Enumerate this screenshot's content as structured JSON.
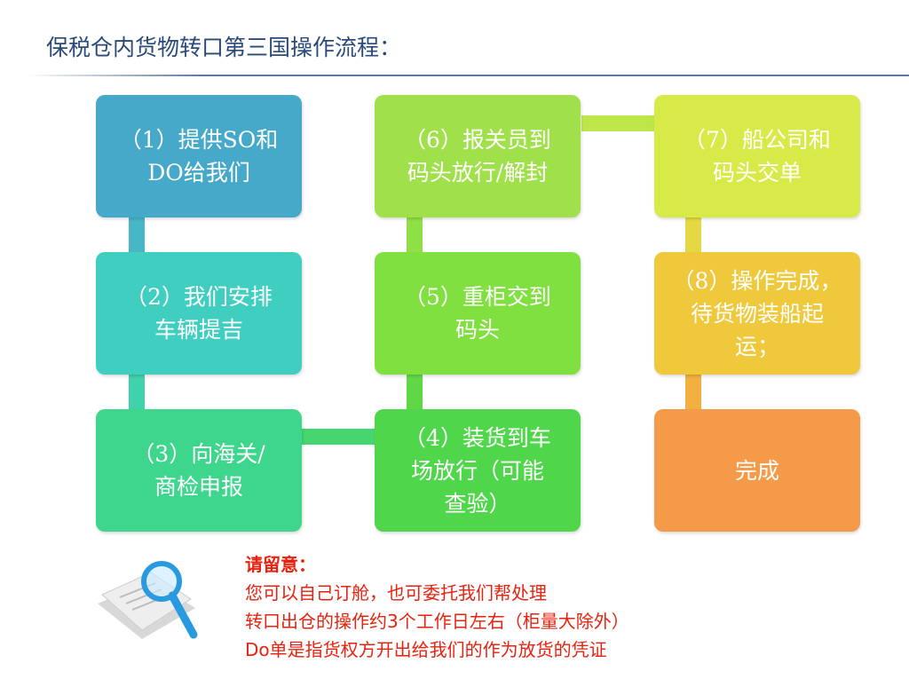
{
  "title": "保税仓内货物转口第三国操作流程：",
  "steps": [
    {
      "label": "（1）提供SO和\nDO给我们",
      "color": "#47a9c9"
    },
    {
      "label": "（2）我们安排\n车辆提吉",
      "color": "#3fcec0"
    },
    {
      "label": "（3）向海关/\n商检申报",
      "color": "#3dd68c"
    },
    {
      "label": "（4）装货到车\n场放行（可能\n查验）",
      "color": "#4fd64a"
    },
    {
      "label": "（5）重柜交到\n码头",
      "color": "#80e040"
    },
    {
      "label": "（6）报关员到\n码头放行/解封",
      "color": "#a0e04a"
    },
    {
      "label": "（7）船公司和\n码头交单",
      "color": "#d8ea48"
    },
    {
      "label": "（8）操作完成，\n待货物装船起\n运；",
      "color": "#f0c83c"
    },
    {
      "label": "完成",
      "color": "#f59a48"
    }
  ],
  "note": {
    "heading": "请留意：",
    "lines": [
      "您可以自己订舱，也可委托我们帮处理",
      "转口出仓的操作约3个工作日左右（柜量大除外）",
      "Do单是指货权方开出给我们的作为放货的凭证"
    ]
  }
}
